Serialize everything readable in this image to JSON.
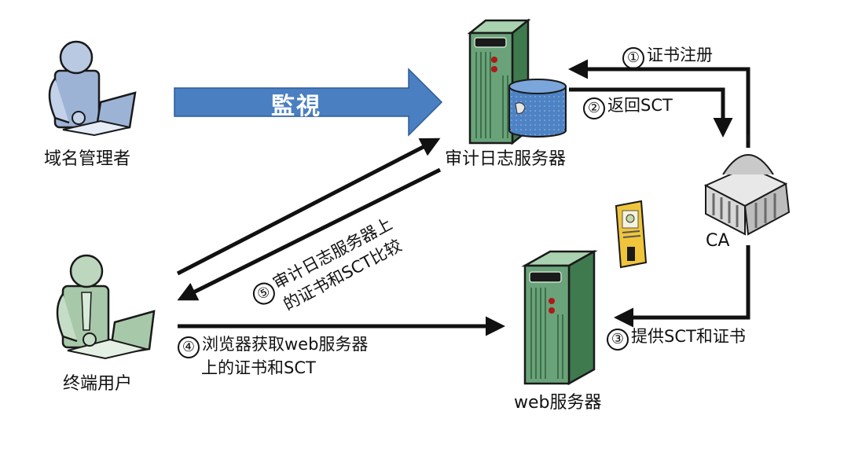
{
  "nodes": {
    "domain_admin": {
      "label": "域名管理者",
      "icon": "person-laptop-icon",
      "color": "#9db3d6"
    },
    "audit_log_server": {
      "label": "审计日志服务器",
      "icon": "server-tower-icon",
      "db_icon": "database-icon",
      "color": "#6aa37a"
    },
    "ca": {
      "label": "CA",
      "icon": "government-building-icon",
      "color": "#b8b8b8"
    },
    "certificate": {
      "icon": "certificate-badge-icon",
      "color": "#f0c53c"
    },
    "end_user": {
      "label": "终端用户",
      "icon": "person-laptop-icon",
      "color": "#a8c8aa"
    },
    "web_server": {
      "label": "web服务器",
      "icon": "server-tower-icon",
      "color": "#6aa37a"
    }
  },
  "monitor_arrow": {
    "label": "監視",
    "color": "#4a7fc1"
  },
  "steps": [
    {
      "num": "①",
      "text": "证书注册"
    },
    {
      "num": "②",
      "text": "返回SCT"
    },
    {
      "num": "③",
      "text": "提供SCT和证书"
    },
    {
      "num": "④",
      "text": "浏览器获取web服务器",
      "text2": "上的证书和SCT"
    },
    {
      "num": "⑤",
      "text": "审计日志服务器上",
      "text2": "的证书和SCT比较"
    }
  ]
}
